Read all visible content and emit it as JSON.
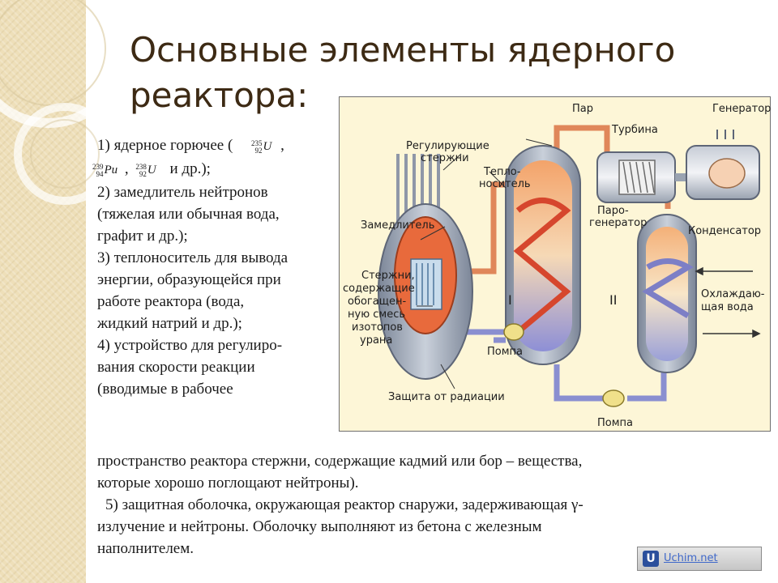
{
  "slide": {
    "title_line1": "Основные элементы ядерного",
    "title_line2": "реактора:"
  },
  "list": {
    "item1_prefix": "1) ядерное горючее (",
    "iso_u235": {
      "mass": "235",
      "z": "92",
      "sym": "U"
    },
    "item1_comma1": ",",
    "iso_pu239": {
      "mass": "239",
      "z": "94",
      "sym": "Pu"
    },
    "item1_comma2": ",",
    "iso_u238": {
      "mass": "238",
      "z": "92",
      "sym": "U"
    },
    "item1_suffix": "и др.);",
    "item2_l1": "2) замедлитель нейтронов",
    "item2_l2": "(тяжелая или обычная вода,",
    "item2_l3": "графит и др.);",
    "item3_l1": "3) теплоноситель для вывода",
    "item3_l2": "энергии, образующейся при",
    "item3_l3": "работе реактора (вода,",
    "item3_l4": "жидкий натрий и др.);",
    "item4_l1": "4) устройство для регулиро-",
    "item4_l2": "вания скорости реакции",
    "item4_l3": "(вводимые в рабочее"
  },
  "bottom": {
    "l1": "пространство реактора стержни, содержащие кадмий или бор – вещества,",
    "l2": "которые хорошо поглощают нейтроны).",
    "l3": "5) защитная оболочка, окружающая реактор снаружи, задерживающая γ-",
    "l4": "излучение и нейтроны. Оболочку выполняют из бетона с железным",
    "l5": "наполнителем."
  },
  "diagram": {
    "label_par": "Пар",
    "label_generator": "Генератор",
    "label_turbine": "Турбина",
    "label_rods_l1": "Регулирующие",
    "label_rods_l2": "стержни",
    "label_coolant_l1": "Тепло-",
    "label_coolant_l2": "носитель",
    "label_steamgen_l1": "Паро-",
    "label_steamgen_l2": "генератор",
    "label_moderator": "Замедлитель",
    "label_condenser": "Конденсатор",
    "label_fuel_l1": "Стержни,",
    "label_fuel_l2": "содержащие",
    "label_fuel_l3": "обогащен-",
    "label_fuel_l4": "ную смесь",
    "label_fuel_l5": "изотопов",
    "label_fuel_l6": "урана",
    "label_circuit1": "I",
    "label_circuit2": "II",
    "label_cooling_l1": "Охлаждаю-",
    "label_cooling_l2": "щая вода",
    "label_pump1": "Помпа",
    "label_shield": "Защита от радиации",
    "label_pump2": "Помпа"
  },
  "badge": {
    "logo": "U",
    "link": "Uchim.net"
  },
  "colors": {
    "title": "#3d2a14",
    "strip": "#eedfb9",
    "diagram_bg": "#fdf6d7",
    "hot_pipe": "#e0875a",
    "cold_pipe": "#8a8fd0",
    "vessel": "#9ea8b6",
    "core": "#e86a3c",
    "badge_link": "#3f68c9"
  }
}
